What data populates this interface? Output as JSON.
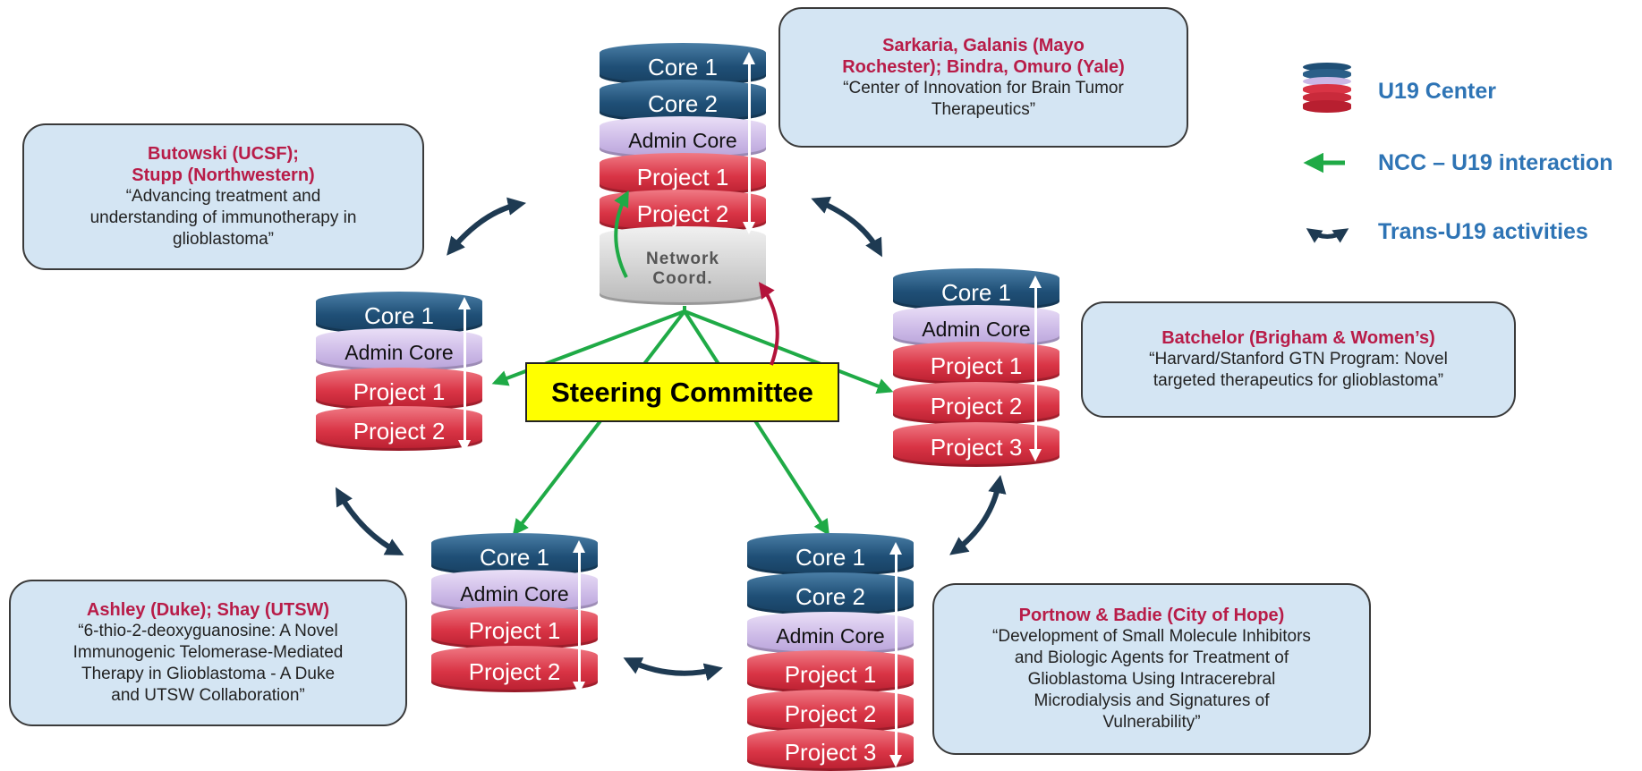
{
  "colors": {
    "core": "#1f4f76",
    "admin_core": "#cbb8e6",
    "project": "#d93445",
    "network_coord": "#cfcfcf",
    "info_box_fill": "#d4e5f3",
    "pi_text": "#b81c48",
    "legend_text": "#2e74b5",
    "ncc_arrow": "#1faa46",
    "trans_arrow": "#1e3a52",
    "red_arrow": "#b3123a",
    "steering_fill": "#ffff00"
  },
  "steering": {
    "label": "Steering Committee"
  },
  "legend": {
    "u19": "U19 Center",
    "ncc": "NCC – U19 interaction",
    "trans": "Trans-U19 activities"
  },
  "stacks": {
    "top": [
      "Core 1",
      "Core 2",
      "Admin Core",
      "Project 1",
      "Project 2"
    ],
    "top_network": [
      "Network",
      "Coord."
    ],
    "left": [
      "Core 1",
      "Admin Core",
      "Project 1",
      "Project 2"
    ],
    "right": [
      "Core 1",
      "Admin Core",
      "Project 1",
      "Project 2",
      "Project 3"
    ],
    "bottom_left": [
      "Core 1",
      "Admin Core",
      "Project 1",
      "Project 2"
    ],
    "bottom_right": [
      "Core 1",
      "Core 2",
      "Admin Core",
      "Project 1",
      "Project 2",
      "Project 3"
    ]
  },
  "boxes": {
    "butowski": {
      "pi": [
        "Butowski (UCSF);",
        "Stupp (Northwestern)"
      ],
      "quote": [
        "“Advancing treatment and",
        "understanding of immunotherapy in",
        "glioblastoma”"
      ]
    },
    "sarkaria": {
      "pi": [
        "Sarkaria, Galanis (Mayo",
        "Rochester); Bindra, Omuro (Yale)"
      ],
      "quote": [
        "“Center of Innovation for Brain Tumor",
        "Therapeutics”"
      ]
    },
    "batchelor": {
      "pi": [
        "Batchelor (Brigham & Women’s)"
      ],
      "quote": [
        "“Harvard/Stanford GTN Program: Novel",
        "targeted therapeutics for glioblastoma”"
      ]
    },
    "ashley": {
      "pi": [
        "Ashley (Duke); Shay (UTSW)"
      ],
      "quote": [
        "“6-thio-2-deoxyguanosine: A Novel",
        "Immunogenic Telomerase-Mediated",
        "Therapy in Glioblastoma - A Duke",
        "and UTSW Collaboration”"
      ]
    },
    "portnow": {
      "pi": [
        "Portnow & Badie (City of Hope)"
      ],
      "quote": [
        "“Development of Small Molecule Inhibitors",
        "and Biologic Agents for Treatment of",
        "Glioblastoma Using Intracerebral",
        "Microdialysis and Signatures of",
        "Vulnerability”"
      ]
    }
  }
}
